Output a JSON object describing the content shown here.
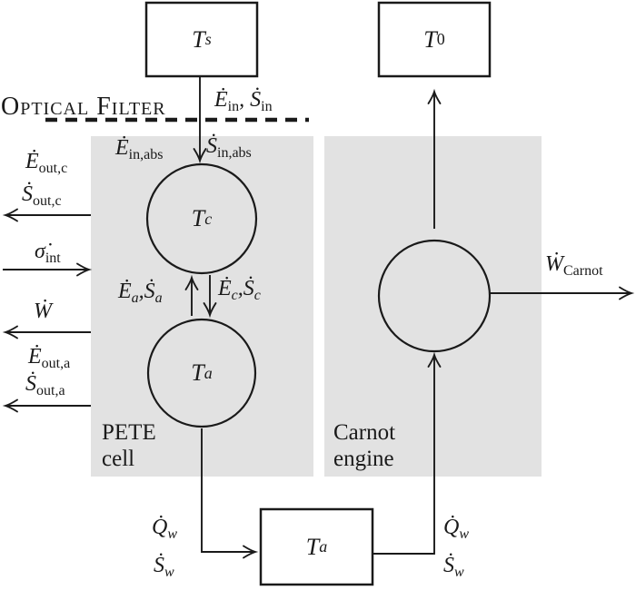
{
  "diagram": {
    "optical_filter_label": "Optical Filter",
    "boxes": {
      "sun": {
        "t": "T",
        "sub": "s"
      },
      "ambient_top": {
        "t": "T",
        "sub": "0"
      },
      "ambient_bottom": {
        "t": "T",
        "sub": "a"
      }
    },
    "nodes": {
      "cathode": {
        "t": "T",
        "sub": "c"
      },
      "anode": {
        "t": "T",
        "sub": "a"
      }
    },
    "regions": {
      "pete": {
        "line1": "PETE",
        "line2": "cell"
      },
      "carnot": {
        "line1": "Carnot",
        "line2": "engine"
      }
    },
    "flows": {
      "in": {
        "e": "Ė",
        "e_sub": "in",
        "sep": ", ",
        "s": "Ṡ",
        "s_sub": "in"
      },
      "in_abs_e": {
        "t": "Ė",
        "sub": "in,abs"
      },
      "in_abs_s": {
        "t": "Ṡ",
        "sub": "in,abs"
      },
      "out_c_e": {
        "t": "Ė",
        "sub": "out,c"
      },
      "out_c_s": {
        "t": "Ṡ",
        "sub": "out,c"
      },
      "sigma_int": {
        "t": "σ̇",
        "sub": "int"
      },
      "work": {
        "t": "Ẇ"
      },
      "out_a_e": {
        "t": "Ė",
        "sub": "out,a"
      },
      "out_a_s": {
        "t": "Ṡ",
        "sub": "out,a"
      },
      "anode_up": {
        "e": "Ė",
        "e_sub": "a",
        "sep": ",",
        "s": "Ṡ",
        "s_sub": "a"
      },
      "cathode_down": {
        "e": "Ė",
        "e_sub": "c",
        "sep": ",",
        "s": "Ṡ",
        "s_sub": "c"
      },
      "work_carnot": {
        "t": "Ẇ",
        "sub": "Carnot"
      },
      "q_w": {
        "t": "Q̇",
        "sub": "w"
      },
      "s_w": {
        "t": "Ṡ",
        "sub": "w"
      }
    },
    "colors": {
      "region_fill": "#e2e2e2",
      "line": "#1a1a1a",
      "background": "#ffffff"
    }
  }
}
